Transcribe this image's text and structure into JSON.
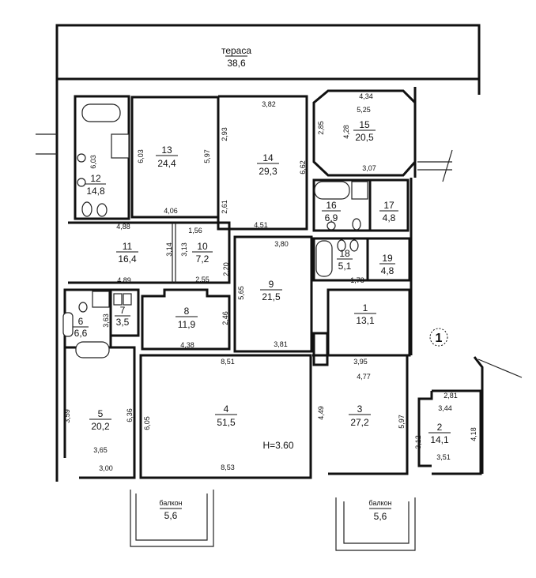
{
  "terrace": {
    "label": "тераса",
    "area": "38,6"
  },
  "rooms": [
    {
      "number": "1",
      "area": "13,1"
    },
    {
      "number": "2",
      "area": "14,1"
    },
    {
      "number": "3",
      "area": "27,2"
    },
    {
      "number": "4",
      "area": "51,5"
    },
    {
      "number": "5",
      "area": "20,2"
    },
    {
      "number": "6",
      "area": "6,6"
    },
    {
      "number": "7",
      "area": "3,5"
    },
    {
      "number": "8",
      "area": "11,9"
    },
    {
      "number": "9",
      "area": "21,5"
    },
    {
      "number": "10",
      "area": "7,2"
    },
    {
      "number": "11",
      "area": "16,4"
    },
    {
      "number": "12",
      "area": "14,8"
    },
    {
      "number": "13",
      "area": "24,4"
    },
    {
      "number": "14",
      "area": "29,3"
    },
    {
      "number": "15",
      "area": "20,5"
    },
    {
      "number": "16",
      "area": "6,9"
    },
    {
      "number": "17",
      "area": "4,8"
    },
    {
      "number": "18",
      "area": "5,1"
    },
    {
      "number": "19",
      "area": "4,8"
    }
  ],
  "balconies": [
    {
      "label": "балкон",
      "area": "5,6"
    },
    {
      "label": "балкон",
      "area": "5,6"
    }
  ],
  "ceiling_height": "H=3.60",
  "section_marker": "1",
  "dims": {
    "r12_h": "6,03",
    "r13_l": "6,03",
    "r13_r": "5,97",
    "r13_b": "4,06",
    "r14_t": "3,82",
    "r14_l1": "2,93",
    "r14_l2": "2,61",
    "r14_r": "6,62",
    "r14_b": "4,51",
    "r15_t": "4,34",
    "r15_t2": "5,25",
    "r15_l": "2,85",
    "r15_l2": "4,28",
    "r15_b": "3,07",
    "r11_t": "4,88",
    "r11_r": "3,14",
    "r11_b": "4,89",
    "r10_l": "3,13",
    "r10_t": "1,56",
    "r10_b": "2,55",
    "r10_r": "2,20",
    "r9_t": "3,80",
    "r9_l": "5,65",
    "r9_b": "3,81",
    "r8_r": "2,46",
    "r8_b": "4,38",
    "r7_l": "3,63",
    "r5_r": "6,36",
    "r5_l": "3,59",
    "r5_b1": "3,65",
    "r5_b2": "3,00",
    "r4_t": "8,51",
    "r4_l": "6,05",
    "r4_b": "8,53",
    "r3_t": "3,95",
    "r3_t2": "4,77",
    "r3_l": "4,49",
    "r3_r": "5,97",
    "r2_t": "2,81",
    "r2_t2": "3,44",
    "r2_r": "4,18",
    "r2_l": "3,12",
    "r2_b": "3,51",
    "r18_d": "1,78"
  }
}
